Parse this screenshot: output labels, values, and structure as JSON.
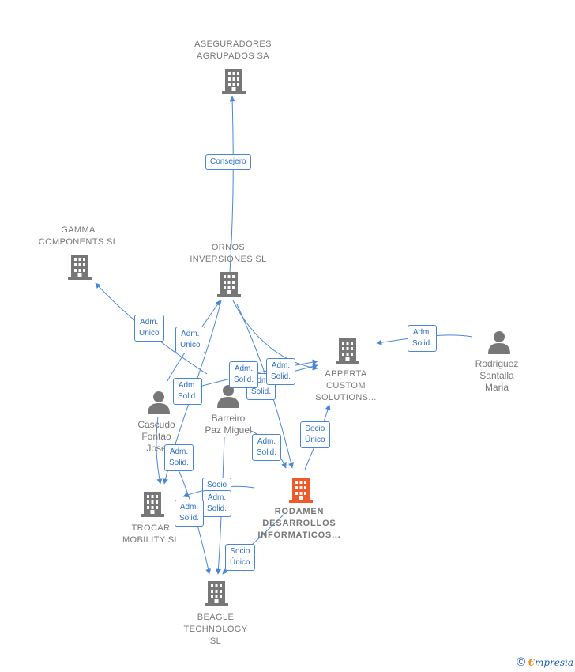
{
  "colors": {
    "edge": "#4a86d8",
    "company_icon": "#777777",
    "focus_icon": "#f05a28",
    "person_icon": "#777777"
  },
  "nodes": {
    "aseguradores": {
      "label": "ASEGURADORES\nAGRUPADOS SA",
      "icon": "building-icon"
    },
    "gamma": {
      "label": "GAMMA\nCOMPONENTS SL",
      "icon": "building-icon"
    },
    "ornos": {
      "label": "ORNOS\nINVERSIONES SL",
      "icon": "building-icon"
    },
    "appertta": {
      "label": "APPERTA\nCUSTOM\nSOLUTIONS...",
      "icon": "building-icon"
    },
    "rodriguez": {
      "label": "Rodriguez\nSantalla\nMaria",
      "icon": "person-icon"
    },
    "cascudo": {
      "label": "Cascudo\nFontao\nJose",
      "icon": "person-icon"
    },
    "barreiro": {
      "label": "Barreiro\nPaz Miguel",
      "icon": "person-icon"
    },
    "rodamen": {
      "label": "RODAMEN\nDESARROLLOS\nINFORMATICOS...",
      "icon": "building-icon"
    },
    "trocar": {
      "label": "TROCAR\nMOBILITY  SL",
      "icon": "building-icon"
    },
    "beagle": {
      "label": "BEAGLE\nTECHNOLOGY\nSL",
      "icon": "building-icon"
    }
  },
  "edge_labels": {
    "consejero": "Consejero",
    "adm_unico_gamma": "Adm.\nUnico",
    "adm_unico_ornos": "Adm.\nUnico",
    "adm_solid_1": "Adm.\nSolid.",
    "adm_solid_2": "Adm.\nSolid.",
    "adm_solid_3": "Adm.\nSolid.",
    "adm_solid_4": "Adm.\nSolid.",
    "adm_solid_rodriguez": "Adm.\nSolid.",
    "adm_solid_5": "Adm.\nSolid.",
    "socio_unico_appertta": "Socio\nÚnico",
    "adm_solid_6": "Adm.\nSolid.",
    "socio_trocar": "Socio",
    "adm_solid_7": "Adm.\nSolid.",
    "adm_solid_8": "Adm.\nSolid.",
    "socio_unico_beagle": "Socio\nÚnico"
  },
  "footer": {
    "copyright_symbol": "©",
    "brand_initial": "€",
    "brand_rest": "mpresia"
  }
}
